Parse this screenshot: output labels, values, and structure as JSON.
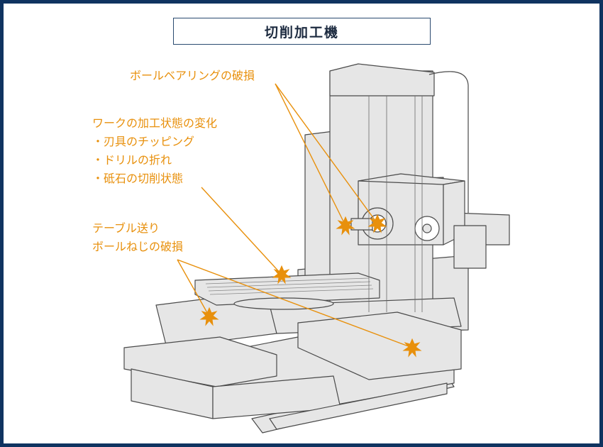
{
  "title": "切削加工機",
  "annotations": {
    "bearing": "ボールベアリングの破損",
    "work_heading": "ワークの加工状態の変化",
    "work_items": [
      "・刃具のチッピング",
      "・ドリルの折れ",
      "・砥石の切削状態"
    ],
    "table_line1": "テーブル送り",
    "table_line2": "ボールねじの破損"
  },
  "colors": {
    "frame": "#0f3360",
    "accent": "#e8900c",
    "machine_fill": "#e6e6e6",
    "machine_stroke": "#4a4a4a"
  }
}
